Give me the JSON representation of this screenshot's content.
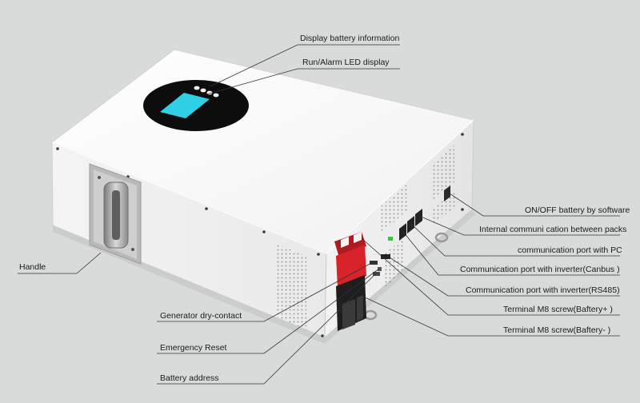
{
  "labels": {
    "display_battery": "Display battery information",
    "run_alarm_led": "Run/Alarm LED display",
    "handle": "Handle",
    "onoff": "ON/OFF battery by software",
    "internal_comm": "Internal communi cation between packs",
    "comm_pc": "communication port with PC",
    "comm_canbus": "Communication port with inverter(Canbus )",
    "comm_rs485": "Communication port with inverter(RS485)",
    "terminal_pos": "Terminal M8 screw(Baftery+ )",
    "terminal_neg": "Terminal M8 screw(Baftery- )",
    "generator": "Generator dry-contact",
    "emergency": "Emergency Reset",
    "battery_address": "Battery address"
  },
  "colors": {
    "background": "#d9dbdb",
    "housing": "#f7f7f7",
    "display_ring": "#0d0d0d",
    "display_screen": "#2fd0e6",
    "terminal_positive": "#d8232a",
    "terminal_negative": "#1e1e1e",
    "leader_line": "#333333"
  }
}
